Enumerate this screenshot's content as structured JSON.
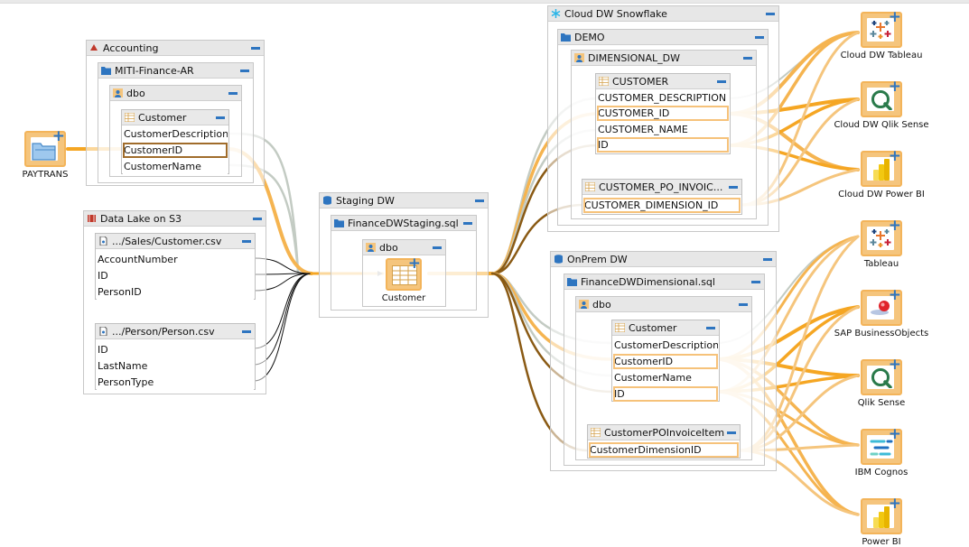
{
  "colors": {
    "accent": "#2e75c0",
    "wire_strong": "#f5a623",
    "wire_dark": "#8a5a14",
    "wire_gray": "#b8c4b8",
    "node_fill": "#f5c57d"
  },
  "source_node": {
    "label": "PAYTRANS",
    "icon": "folder-icon"
  },
  "accounting": {
    "title": "Accounting",
    "db": {
      "title": "MITI-Finance-AR",
      "schema": {
        "title": "dbo",
        "table": {
          "title": "Customer",
          "columns": [
            "CustomerDescription",
            "CustomerID",
            "CustomerName"
          ]
        }
      }
    }
  },
  "datalake": {
    "title": "Data Lake on S3",
    "files": [
      {
        "title": ".../Sales/Customer.csv",
        "columns": [
          "AccountNumber",
          "ID",
          "PersonID"
        ]
      },
      {
        "title": ".../Person/Person.csv",
        "columns": [
          "ID",
          "LastName",
          "PersonType"
        ]
      }
    ]
  },
  "staging": {
    "title": "Staging DW",
    "file": {
      "title": "FinanceDWStaging.sql",
      "schema": {
        "title": "dbo",
        "node": {
          "label": "Customer"
        }
      }
    }
  },
  "snowflake": {
    "title": "Cloud DW Snowflake",
    "db": {
      "title": "DEMO",
      "schema": {
        "title": "DIMENSIONAL_DW",
        "tables": [
          {
            "title": "CUSTOMER",
            "columns": [
              "CUSTOMER_DESCRIPTION",
              "CUSTOMER_ID",
              "CUSTOMER_NAME",
              "ID"
            ]
          },
          {
            "title": "CUSTOMER_PO_INVOIC...",
            "columns": [
              "CUSTOMER_DIMENSION_ID"
            ]
          }
        ]
      }
    }
  },
  "onprem": {
    "title": "OnPrem DW",
    "file": {
      "title": "FinanceDWDimensional.sql",
      "schema": {
        "title": "dbo",
        "tables": [
          {
            "title": "Customer",
            "columns": [
              "CustomerDescription",
              "CustomerID",
              "CustomerName",
              "ID"
            ]
          },
          {
            "title": "CustomerPOInvoiceItem",
            "columns": [
              "CustomerDimensionID"
            ]
          }
        ]
      }
    }
  },
  "targets": [
    {
      "label": "Cloud DW Tableau",
      "icon": "tableau-icon"
    },
    {
      "label": "Cloud DW Qlik Sense",
      "icon": "qlik-icon"
    },
    {
      "label": "Cloud DW Power BI",
      "icon": "powerbi-icon"
    },
    {
      "label": "Tableau",
      "icon": "tableau-icon"
    },
    {
      "label": "SAP BusinessObjects",
      "icon": "sap-bo-icon"
    },
    {
      "label": "Qlik Sense",
      "icon": "qlik-icon"
    },
    {
      "label": "IBM Cognos",
      "icon": "cognos-icon"
    },
    {
      "label": "Power BI",
      "icon": "powerbi-icon"
    }
  ]
}
